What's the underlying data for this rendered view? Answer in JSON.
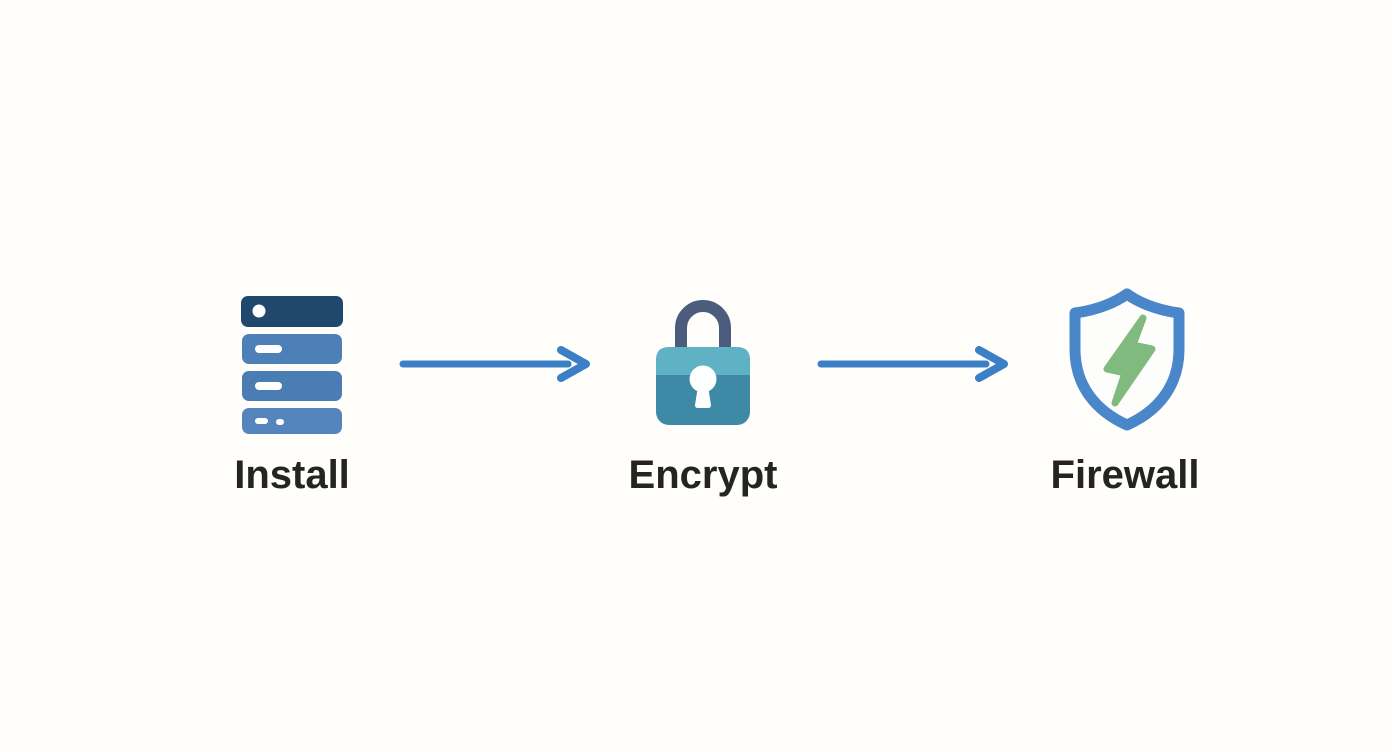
{
  "diagram": {
    "type": "flow",
    "steps": [
      {
        "label": "Install",
        "icon": "server-icon"
      },
      {
        "label": "Encrypt",
        "icon": "lock-icon"
      },
      {
        "label": "Firewall",
        "icon": "shield-lightning-icon"
      }
    ],
    "connectors": [
      {
        "from": "Install",
        "to": "Encrypt",
        "type": "arrow-right"
      },
      {
        "from": "Encrypt",
        "to": "Firewall",
        "type": "arrow-right"
      }
    ],
    "colors": {
      "background": "#fffefb",
      "arrow": "#3b80c6",
      "label_text": "#242424",
      "server_bar_dark": "#20486d",
      "server_bar_mid": "#4d80b6",
      "server_bar_mid2": "#4a7db4",
      "server_bar_light": "#5585bd",
      "server_detail": "#ffffff",
      "lock_shackle": "#4b5c7c",
      "lock_body_top": "#5fb2c3",
      "lock_body_bottom": "#3d89a6",
      "keyhole": "#ffffff",
      "shield_outline": "#4a86ca",
      "shield_fill": "#fdfdfb",
      "bolt_green": "#80ba7f"
    }
  }
}
